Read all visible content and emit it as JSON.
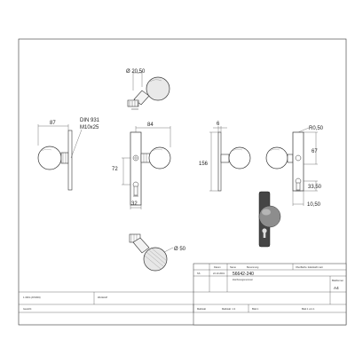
{
  "dimensions": {
    "top_diameter": "Ø 20,50",
    "left_width": "87",
    "din_line1": "DIN 931",
    "din_line2": "M10x25",
    "center_width": "84",
    "center_height": "72",
    "center_bottom": "32",
    "right_thickness": "6",
    "right_height": "156",
    "right_radius": "R0,50",
    "right_67": "67",
    "right_33": "33,50",
    "right_10": "10,50",
    "bottom_diameter": "Ø 50"
  },
  "title_block": {
    "col_date": "Datum",
    "col_name": "Name",
    "col_label": "Benennung",
    "header_right": "Oberfläche: Edelstahl matt",
    "row_date": "22.10.2019",
    "row_name": "SS",
    "drawing_number": "56642-240",
    "drawing_number_label": "Zeichnungsnummer",
    "scale_label": "Maßstab",
    "material_label": "Werkstoff",
    "format_label": "Blattformat",
    "format": "A4",
    "footer_left": "1.4301 (AISI304)",
    "footer_mid": "Gewicht",
    "footer_r1": "Maßstab: 1:2",
    "footer_r2": "Blatt 1",
    "footer_r3": "Blatt 1 von 1"
  }
}
